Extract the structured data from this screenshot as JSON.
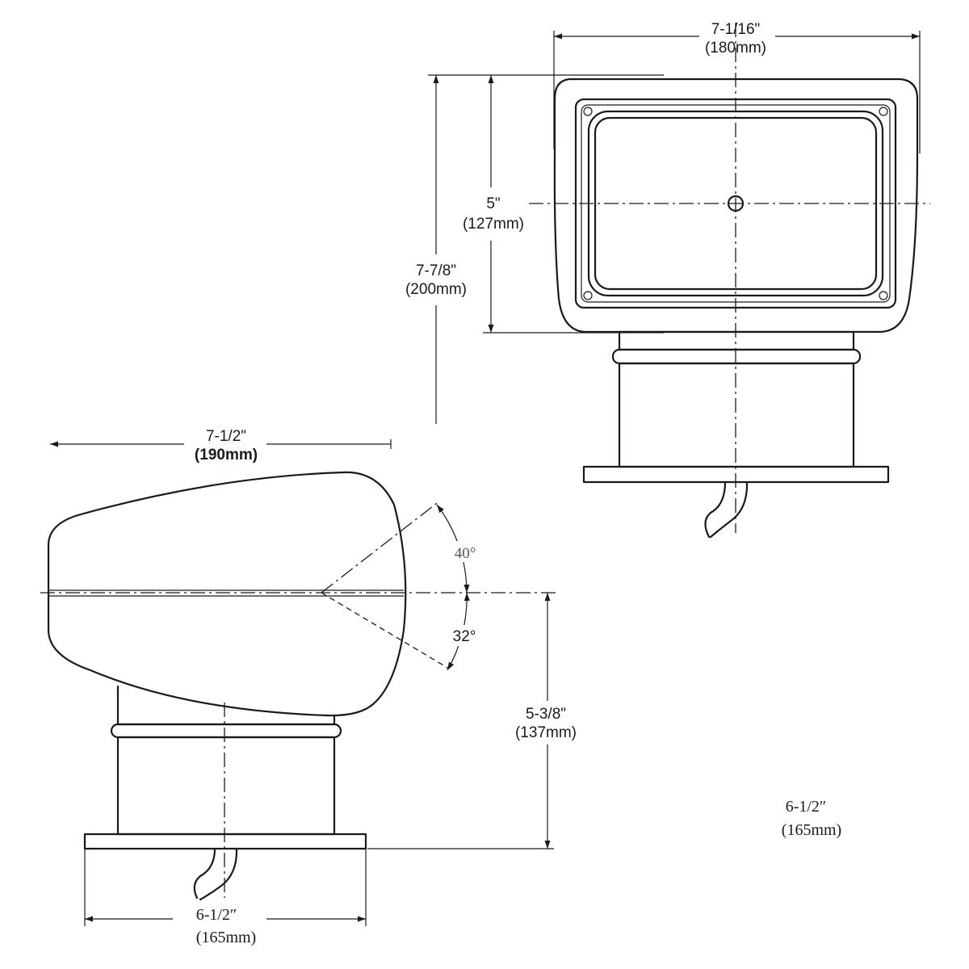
{
  "dimensions": {
    "front_width_in": "7-1/16\"",
    "front_width_mm": "(180mm)",
    "lens_height_in": "5\"",
    "lens_height_mm": "(127mm)",
    "head_height_in": "7-7/8\"",
    "head_height_mm": "(200mm)",
    "side_length_in": "7-1/2\"",
    "side_length_mm": "(190mm)",
    "tilt_up": "40°",
    "tilt_down": "32°",
    "overall_height_in": "5-3/8\"",
    "overall_height_mm": "(137mm)",
    "base_width_in": "6-1/2″",
    "base_width_mm": "(165mm)",
    "base_width_alt_in": "6-1/2″",
    "base_width_alt_mm": "(165mm)"
  }
}
